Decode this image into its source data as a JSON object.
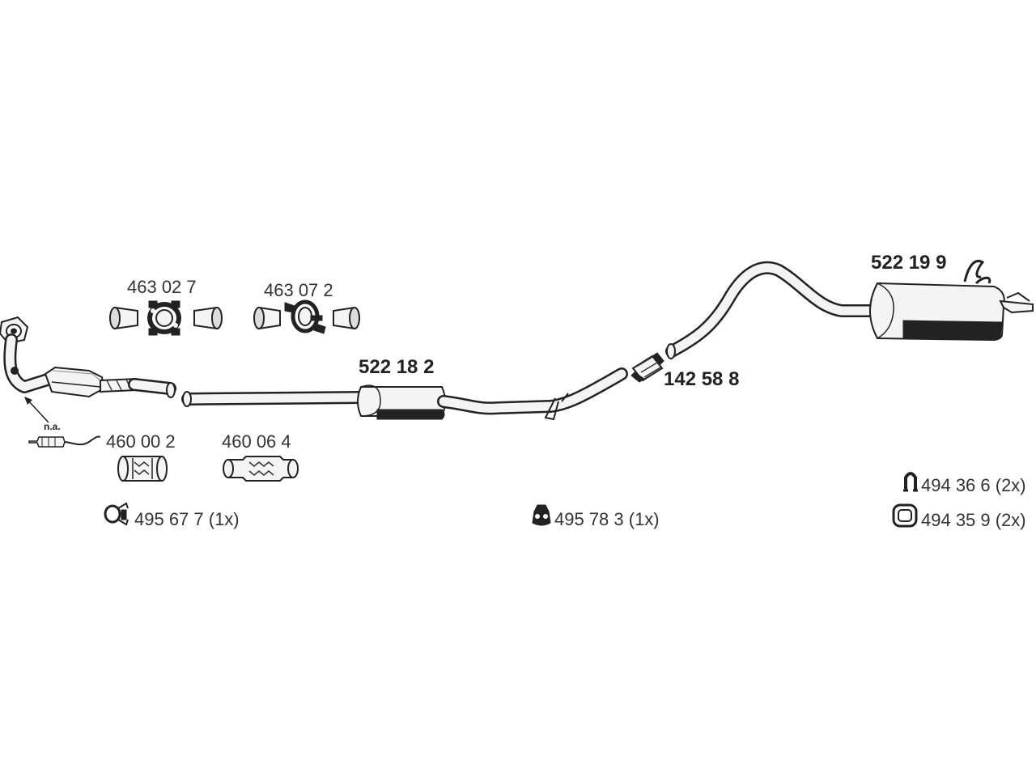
{
  "labels": {
    "clamp_set_a": "463 02 7",
    "clamp_set_b": "463 07 2",
    "flex_pipe_a": "460 00 2",
    "flex_pipe_b": "460 06 4",
    "middle_silencer": "522 18 2",
    "connector": "142 58 8",
    "rear_silencer": "522 19 9",
    "not_available": "n.a.",
    "hook_mount": "494 36 6 (2x)",
    "ring_mount": "494 35 9 (2x)",
    "clamp_1x": "495 67 7 (1x)",
    "rubber_mount_1x": "495 78 3 (1x)"
  },
  "icons": {
    "clamp": "clamp-icon",
    "rubber_mount": "rubber-mount-icon",
    "hook": "hook-icon",
    "ring": "ring-icon"
  },
  "colors": {
    "line": "#222222",
    "fill": "#f4f4f4"
  }
}
